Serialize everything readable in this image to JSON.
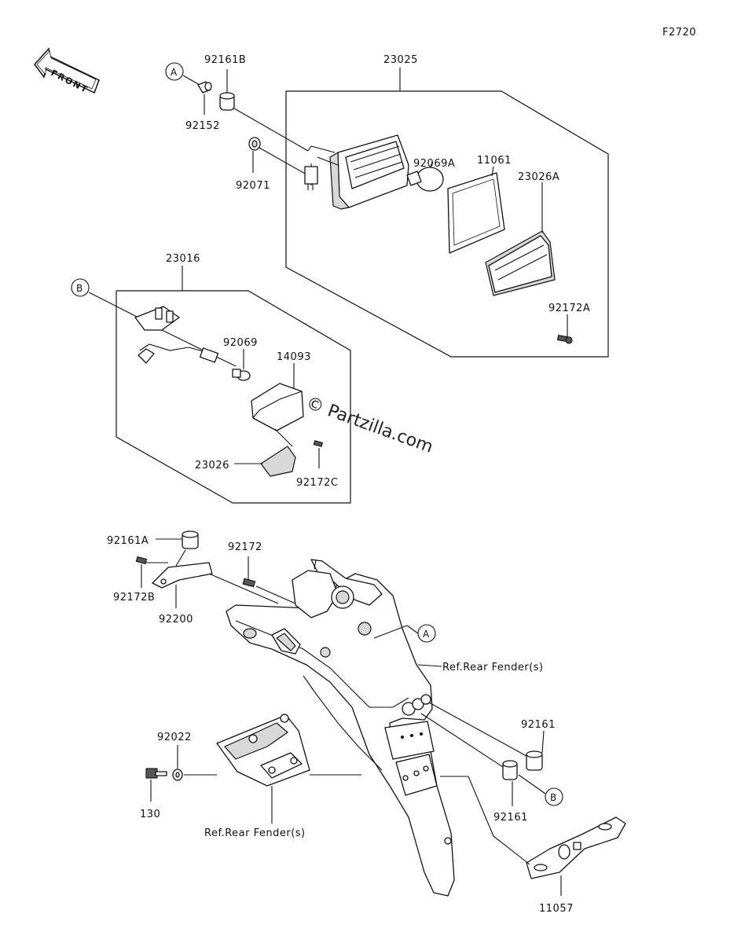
{
  "figure_code": "F2720",
  "front_label": "FRONT",
  "watermark": "© Partzilla.com",
  "ref_labels": {
    "ref_a": "A",
    "ref_b": "B"
  },
  "labels": {
    "p23025": "23025",
    "p92161B": "92161B",
    "p92152": "92152",
    "p92071": "92071",
    "p92069A": "92069A",
    "p11061": "11061",
    "p23026A": "23026A",
    "p92172A": "92172A",
    "p23016": "23016",
    "p92069": "92069",
    "p14093": "14093",
    "p23026": "23026",
    "p92172C": "92172C",
    "p92161A": "92161A",
    "p92172": "92172",
    "p92172B": "92172B",
    "p92200": "92200",
    "ref_fender_1": "Ref.Rear Fender(s)",
    "p92161_top": "92161",
    "p92161_bot": "92161",
    "p92022": "92022",
    "p130": "130",
    "ref_fender_2": "Ref.Rear Fender(s)",
    "p11057": "11057"
  }
}
